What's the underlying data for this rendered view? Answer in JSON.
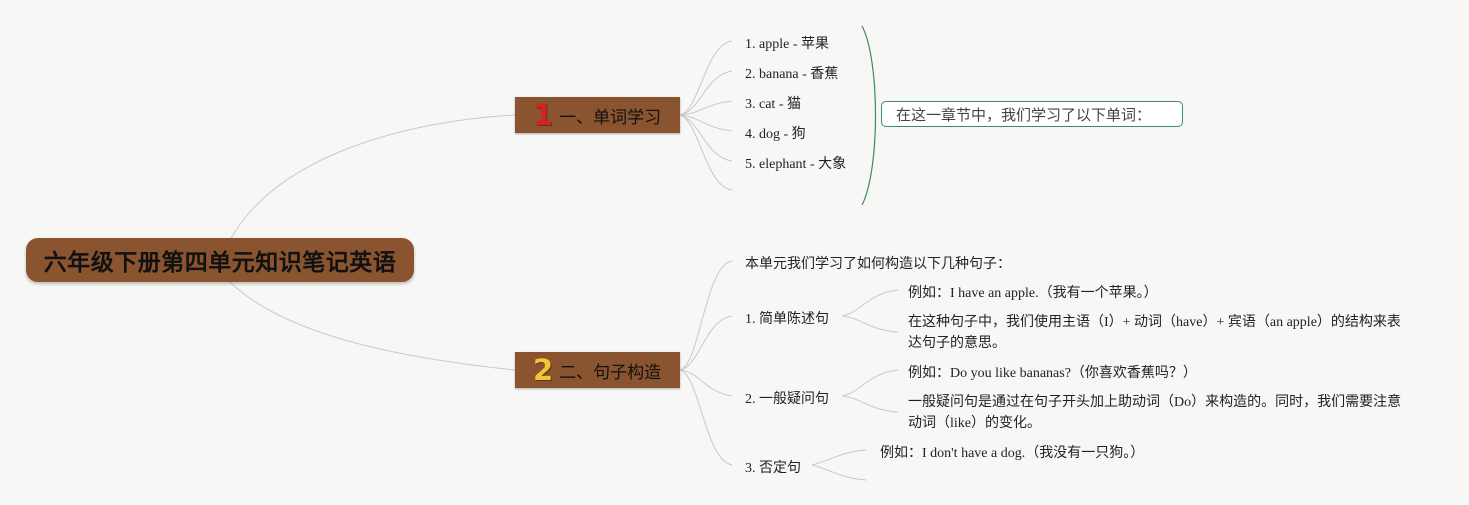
{
  "root": {
    "title": "六年级下册第四单元知识笔记英语"
  },
  "branches": [
    {
      "number": "1",
      "label": "一、单词学习",
      "summary": "在这一章节中，我们学习了以下单词：",
      "words": [
        "1. apple - 苹果",
        "2. banana - 香蕉",
        "3. cat - 猫",
        "4. dog - 狗",
        "5. elephant - 大象"
      ]
    },
    {
      "number": "2",
      "label": "二、句子构造",
      "intro": "本单元我们学习了如何构造以下几种句子：",
      "sentence_types": [
        {
          "label": "1. 简单陈述句",
          "details": [
            "例如：I have an apple.（我有一个苹果。）",
            "在这种句子中，我们使用主语（I）+ 动词（have）+ 宾语（an apple）的结构来表达句子的意思。"
          ]
        },
        {
          "label": "2. 一般疑问句",
          "details": [
            "例如：Do you like bananas?（你喜欢香蕉吗？）",
            "一般疑问句是通过在句子开头加上助动词（Do）来构造的。同时，我们需要注意动词（like）的变化。"
          ]
        },
        {
          "label": "3. 否定句",
          "details": [
            "例如：I don't have a dog.（我没有一只狗。）"
          ]
        }
      ]
    }
  ],
  "colors": {
    "node_fill": "#8a5430",
    "connector": "#c9c9c9",
    "bracket": "#3d8a68",
    "number_1": "#d4241f",
    "number_2": "#f2c531"
  }
}
